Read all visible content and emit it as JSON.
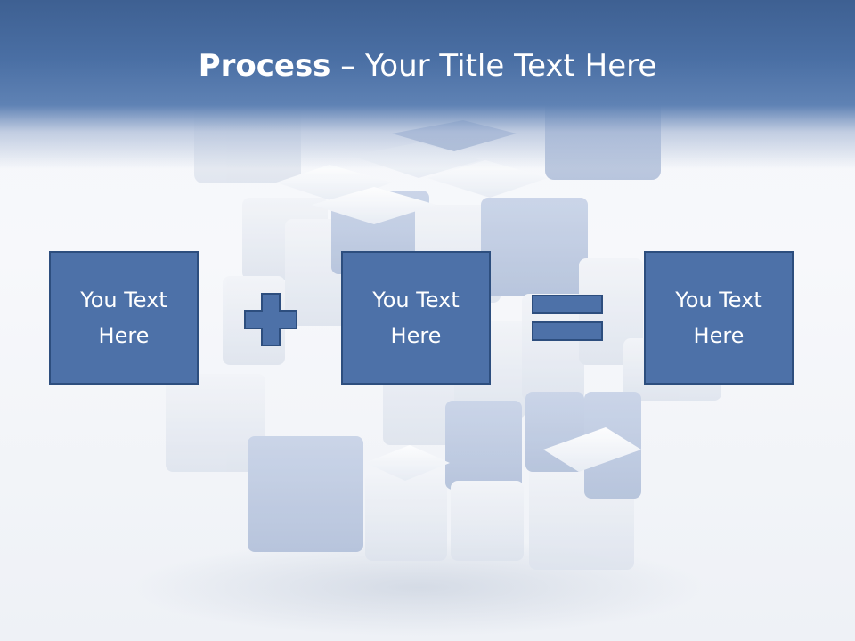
{
  "slide": {
    "title_bold": "Process",
    "title_rest": " – Your Title Text Here"
  },
  "boxes": [
    {
      "text": "You Text Here"
    },
    {
      "text": "You Text Here"
    },
    {
      "text": "You Text Here"
    }
  ],
  "operators": [
    "plus",
    "equals"
  ],
  "colors": {
    "header_blue": "#3e6092",
    "box_fill": "#4d71a8",
    "box_border": "#2d4e7e",
    "text": "#ffffff"
  }
}
